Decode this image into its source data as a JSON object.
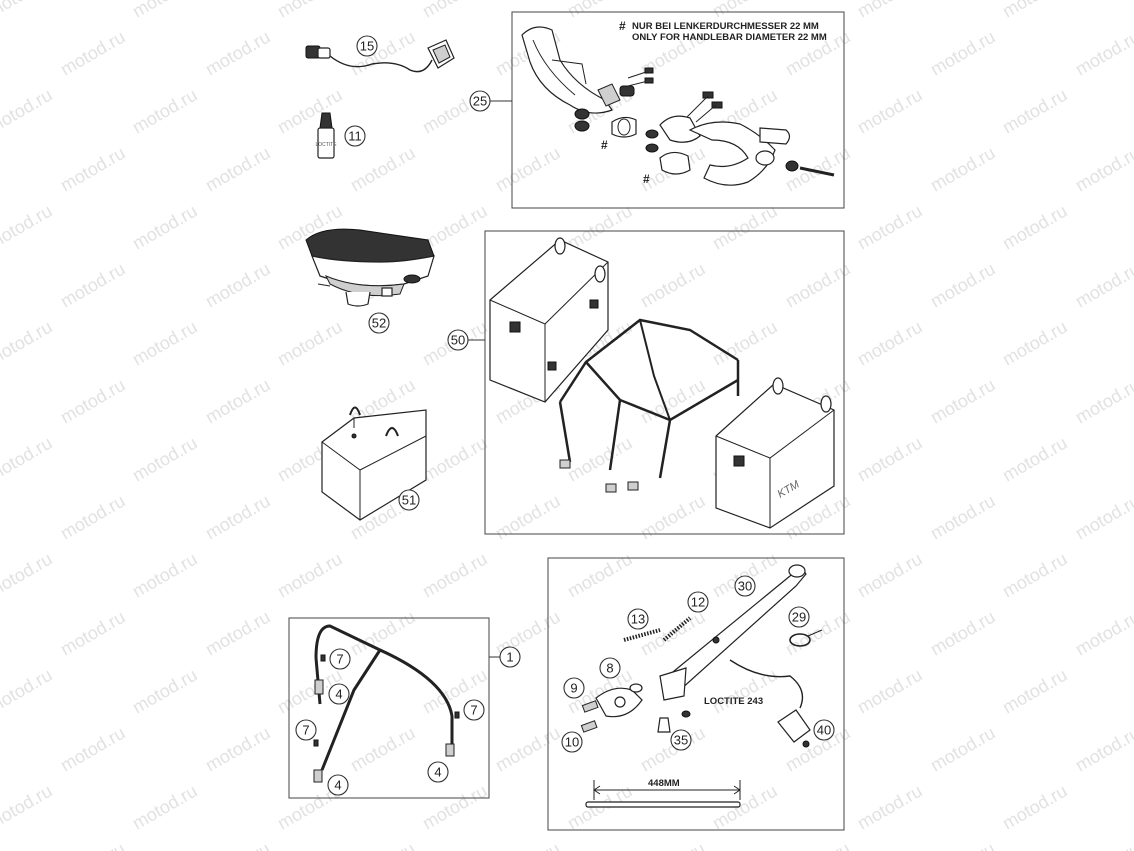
{
  "watermark": {
    "text": "motod.ru"
  },
  "notes": {
    "hash_symbol": "#",
    "line1": "NUR BEI LENKERDURCHMESSER 22 MM",
    "line2": "ONLY FOR HANDLEBAR DIAMETER 22 MM",
    "loctite": "LOCTITE 243",
    "length": "448MM",
    "box_logo": "KTM",
    "bottle_label": "LOCTITE"
  },
  "callouts": {
    "c15": "15",
    "c11": "11",
    "c25": "25",
    "c52": "52",
    "c50": "50",
    "c51": "51",
    "c1": "1",
    "c7a": "7",
    "c4a": "4",
    "c7b": "7",
    "c7c": "7",
    "c4b": "4",
    "c4c": "4",
    "c13": "13",
    "c12": "12",
    "c30": "30",
    "c29": "29",
    "c8": "8",
    "c9": "9",
    "c10": "10",
    "c35": "35",
    "c40": "40"
  }
}
